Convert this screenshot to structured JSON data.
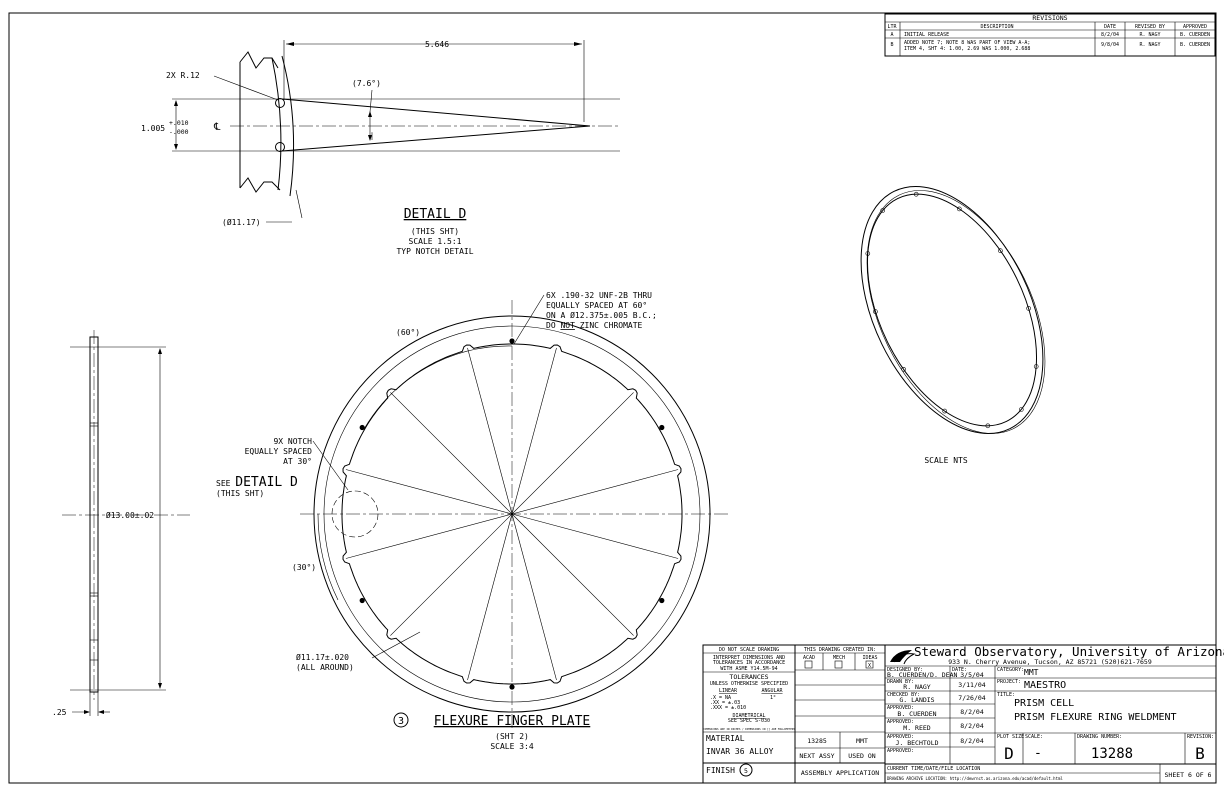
{
  "revisions": {
    "title": "REVISIONS",
    "headers": [
      "LTR",
      "DESCRIPTION",
      "DATE",
      "REVISED BY",
      "APPROVED"
    ],
    "rows": [
      {
        "ltr": "A",
        "desc1": "INITIAL RELEASE",
        "desc2": "",
        "date": "8/2/04",
        "by": "R. NAGY",
        "approved": "B. CUERDEN"
      },
      {
        "ltr": "B",
        "desc1": "ADDED NOTE 7; NOTE 8 WAS PART OF VIEW A-A;",
        "desc2": "ITEM 4, SHT 4: 1.00, 2.69 WAS 1.000, 2.688",
        "date": "9/8/04",
        "by": "R. NAGY",
        "approved": "B. CUERDEN"
      }
    ]
  },
  "detail_d": {
    "dim_length": "5.646",
    "radius_note": "2X R.12",
    "angle": "(7.6°)",
    "height_dim": "1.005",
    "height_tol_plus": "+.010",
    "height_tol_minus": "-.000",
    "centerline_symbol": "℄",
    "dia_dim": "(Ø11.17)",
    "title": "DETAIL D",
    "sub1": "(THIS SHT)",
    "sub2": "SCALE 1.5:1",
    "sub3": "TYP NOTCH DETAIL"
  },
  "iso_view": {
    "label": "SCALE NTS"
  },
  "main_view": {
    "hole_note": [
      "6X .190-32 UNF-2B THRU",
      "EQUALLY SPACED AT 60°",
      "ON A Ø12.375±.005 B.C.;"
    ],
    "hole_note_last_prefix": "DO ",
    "hole_note_last_underlined": "NOT",
    "hole_note_last_suffix": " ZINC CHROMATE",
    "angle_60": "(60°)",
    "angle_30": "(30°)",
    "notch_note": [
      "9X NOTCH",
      "EQUALLY SPACED",
      "AT 30°"
    ],
    "see_detail_prefix": "SEE ",
    "see_detail_name": "DETAIL D",
    "see_detail_sub": "(THIS SHT)",
    "inner_dia": [
      "Ø11.17±.020",
      "(ALL AROUND)"
    ],
    "item_number": "3",
    "title": "FLEXURE FINGER PLATE",
    "sub1": "(SHT 2)",
    "sub2": "SCALE 3:4"
  },
  "side_view": {
    "dia_dim": "Ø13.00±.02",
    "thickness": ".25"
  },
  "title_block": {
    "notes": [
      "DO NOT SCALE DRAWING",
      "INTERPRET DIMENSIONS AND",
      "TOLERANCES IN ACCORDANCE",
      "WITH ASME Y14.5M-94"
    ],
    "tolerances_title": "TOLERANCES",
    "tolerances_sub": "UNLESS OTHERWISE SPECIFIED",
    "linear_label": "LINEAR",
    "angular_label": "ANGULAR",
    "tol_lines": [
      ".X = NA",
      ".XX = ±.03",
      ".XXX = ±.010"
    ],
    "angular_value": "1°",
    "diametrical_label": "DIAMETRICAL",
    "diametrical_sub": "SEE SPEC S-030",
    "fine_print": "DIMENSIONS ARE IN INCHES / DIMENSIONS IN [] ARE MILLIMETERS",
    "material_label": "MATERIAL",
    "material": "INVAR 36 ALLOY",
    "finish_label": "FINISH",
    "finish_value": "5",
    "created_in": "THIS DRAWING CREATED IN:",
    "cad_labels": [
      "ACAD",
      "MECH",
      "IDEAS"
    ],
    "cad_checked": "X",
    "next_assy_value": "13285",
    "used_on_value": "MMT",
    "next_assy_label": "NEXT ASSY",
    "used_on_label": "USED ON",
    "assembly_application": "ASSEMBLY APPLICATION",
    "org_name": "Steward Observatory, University of Arizona",
    "org_address": "933 N. Cherry Avenue, Tucson, AZ 85721 (520)621-7659",
    "designed_label": "DESIGNED BY:",
    "designed_by": "B. CUERDEN/D. DEAN",
    "date_label": "DATE:",
    "designed_date": "3/5/04",
    "drawn_label": "DRAWN BY:",
    "drawn_by": "R. NAGY",
    "drawn_date": "3/11/04",
    "checked_label": "CHECKED BY:",
    "checked_by": "G. LANDIS",
    "checked_date": "7/26/04",
    "approved_label": "APPROVED:",
    "approved1": "B. CUERDEN",
    "approved1_date": "8/2/04",
    "approved2": "M. REED",
    "approved2_date": "8/2/04",
    "approved3": "J. BECHTOLD",
    "approved3_date": "8/2/04",
    "approved4_label": "APPROVED:",
    "category_label": "CATEGORY:",
    "category": "MMT",
    "project_label": "PROJECT:",
    "project": "MAESTRO",
    "title_label": "TITLE:",
    "title_line1": "PRISM CELL",
    "title_line2": "PRISM FLEXURE RING WELDMENT",
    "plot_size_label": "PLOT SIZE",
    "plot_size": "D",
    "scale_label": "SCALE:",
    "scale": "-",
    "drawing_number_label": "DRAWING NUMBER:",
    "drawing_number": "13288",
    "revision_label": "REVISION:",
    "revision": "B",
    "current_time_label": "CURRENT TIME/DATE/FILE LOCATION",
    "archive_label": "DRAWING ARCHIVE LOCATION: http://dewrnct.as.arizona.edu/acad/default.html",
    "sheet": "SHEET 6 OF 6"
  }
}
